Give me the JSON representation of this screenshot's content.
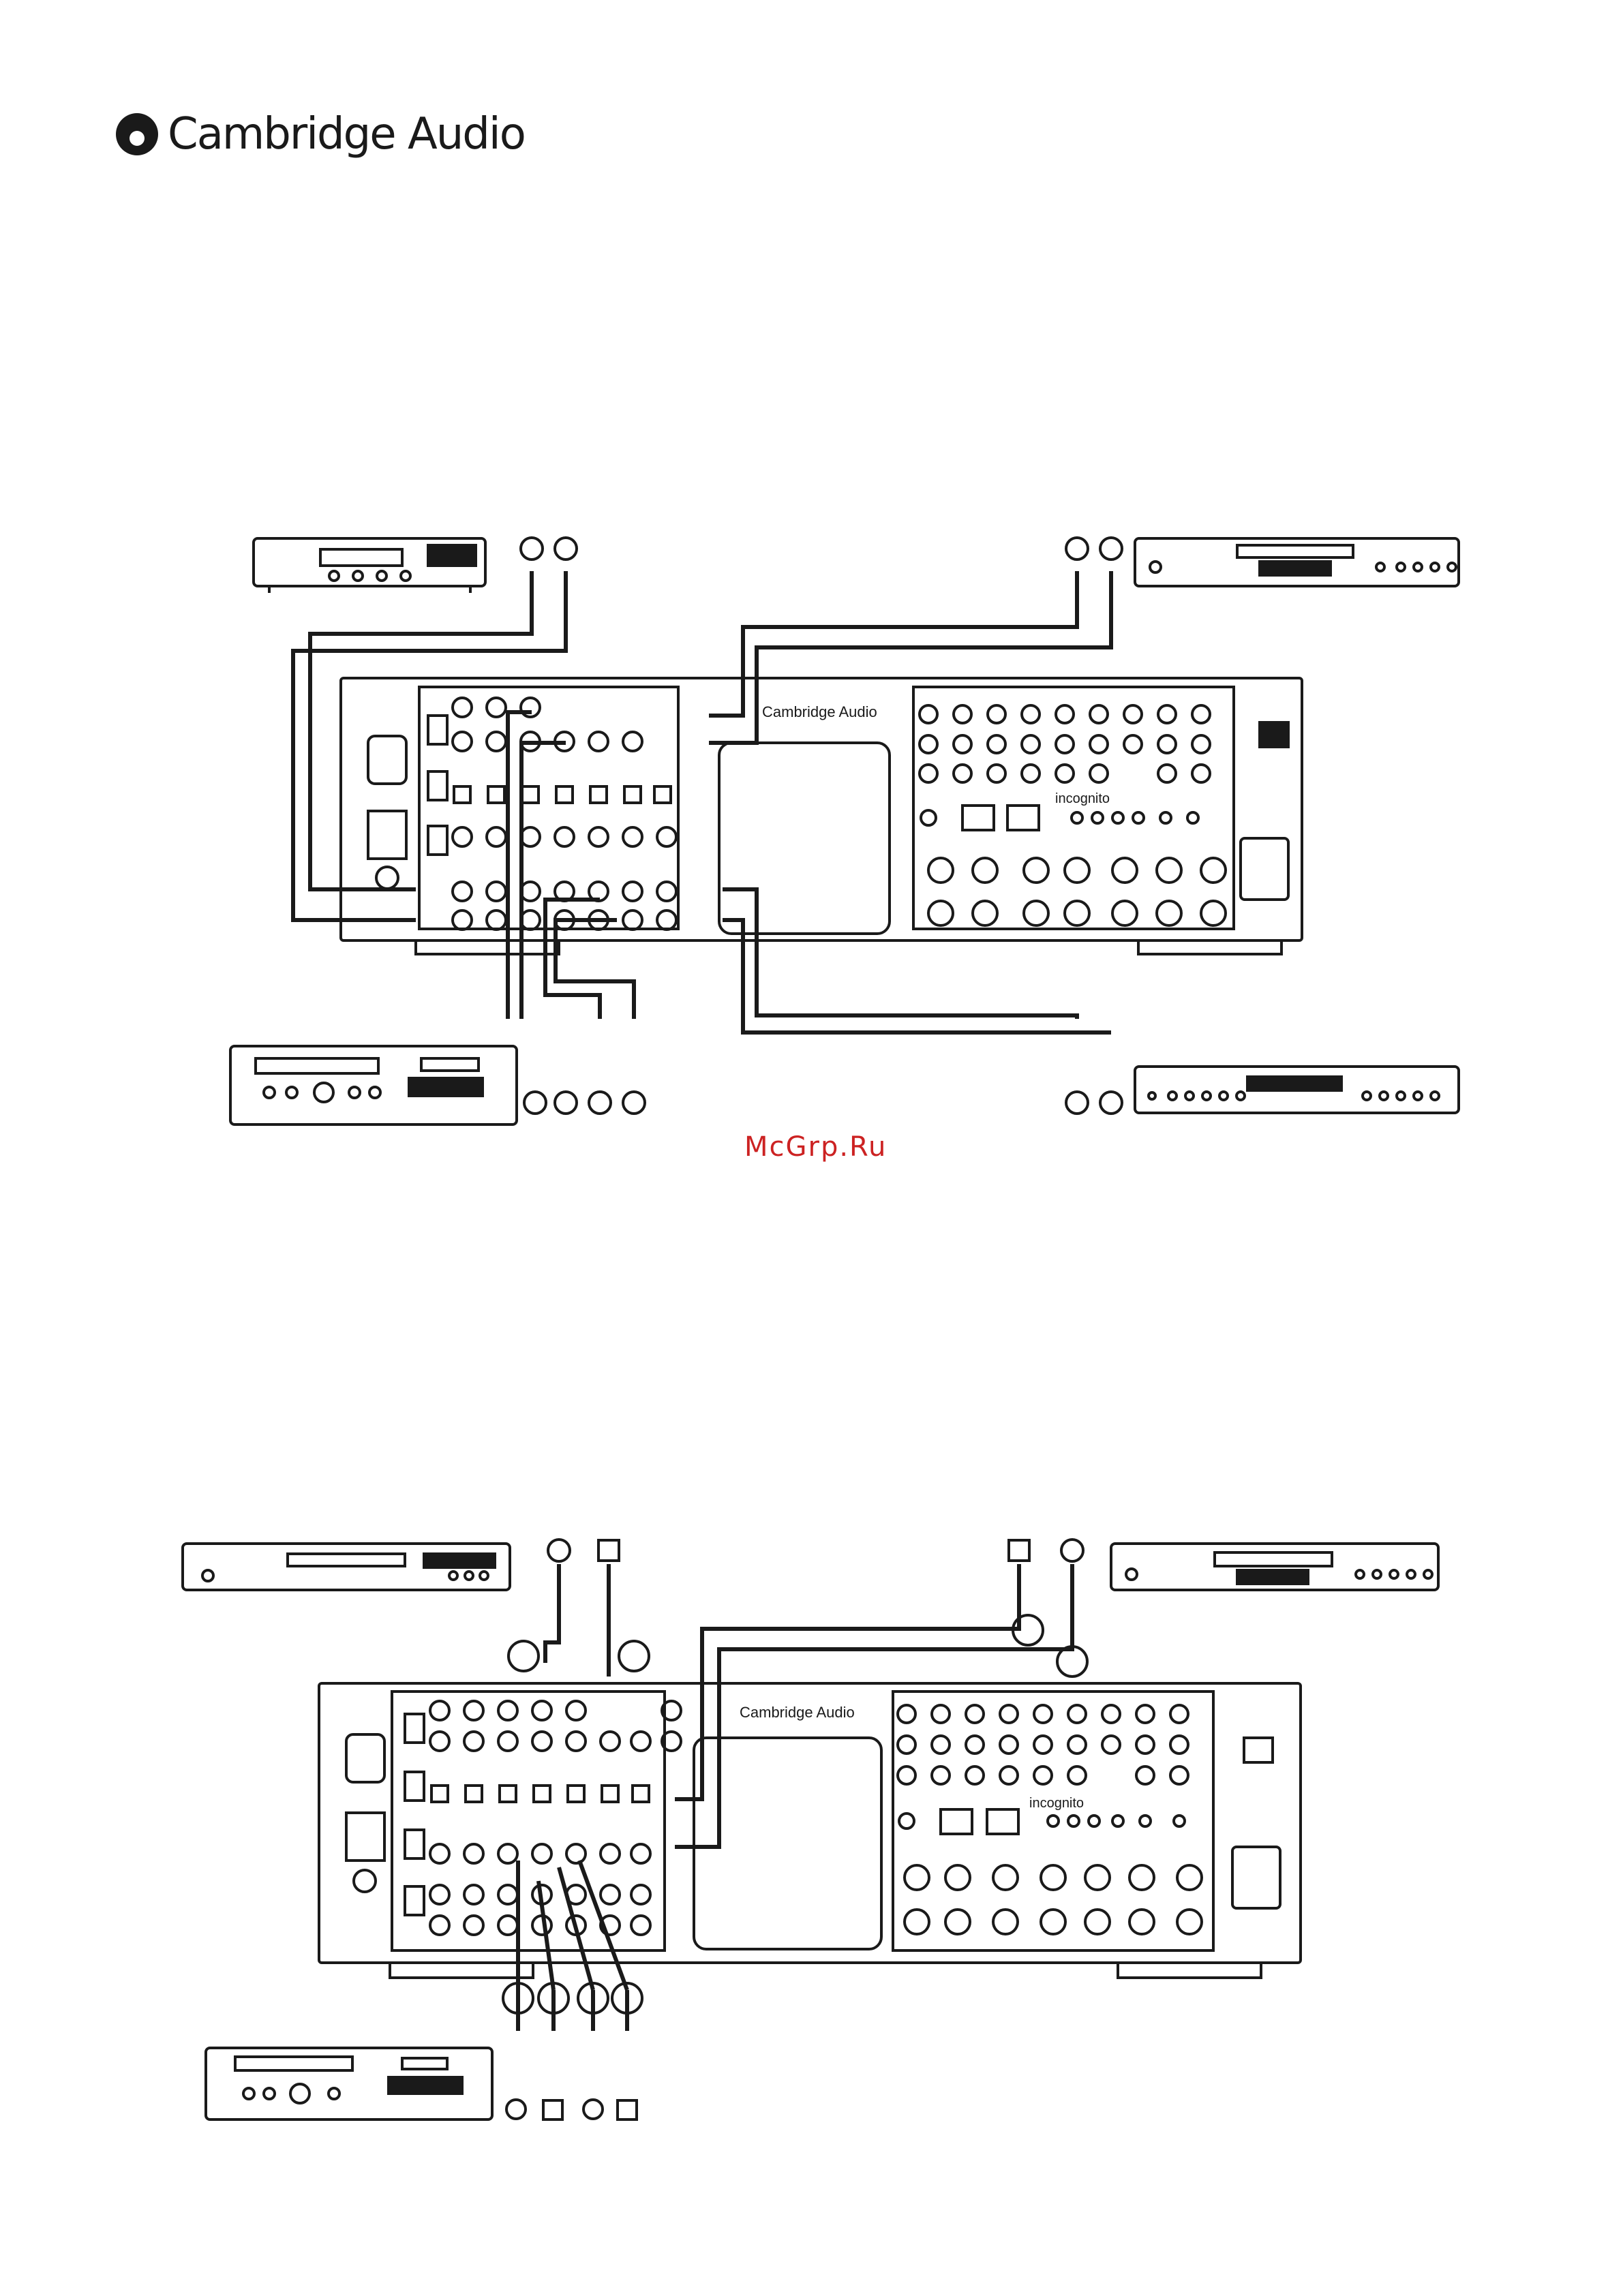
{
  "header": {
    "brand": "Cambridge Audio"
  },
  "panel": {
    "brand": "Cambridge Audio",
    "network": "incognito"
  },
  "watermark": {
    "text": "McGrp.Ru"
  },
  "colors": {
    "ink": "#1a1a1a",
    "watermark": "#cc2222"
  }
}
